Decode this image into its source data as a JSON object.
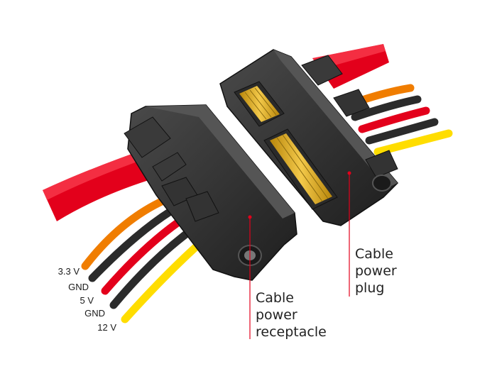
{
  "wire_labels": [
    "3.3 V",
    "GND",
    "5 V",
    "GND",
    "12 V"
  ],
  "callouts": {
    "plug": [
      "Cable",
      "power",
      "plug"
    ],
    "receptacle": [
      "Cable",
      "power",
      "receptacle"
    ]
  },
  "colors": {
    "orange_wire": "#f07d00",
    "black_wire": "#2b2b2b",
    "red_wire": "#e3001b",
    "yellow_wire": "#ffdd00",
    "sheath": "#e3001b",
    "connector": "#2e2e2e",
    "pins": "#d9a520",
    "leader": "#e3001b"
  }
}
